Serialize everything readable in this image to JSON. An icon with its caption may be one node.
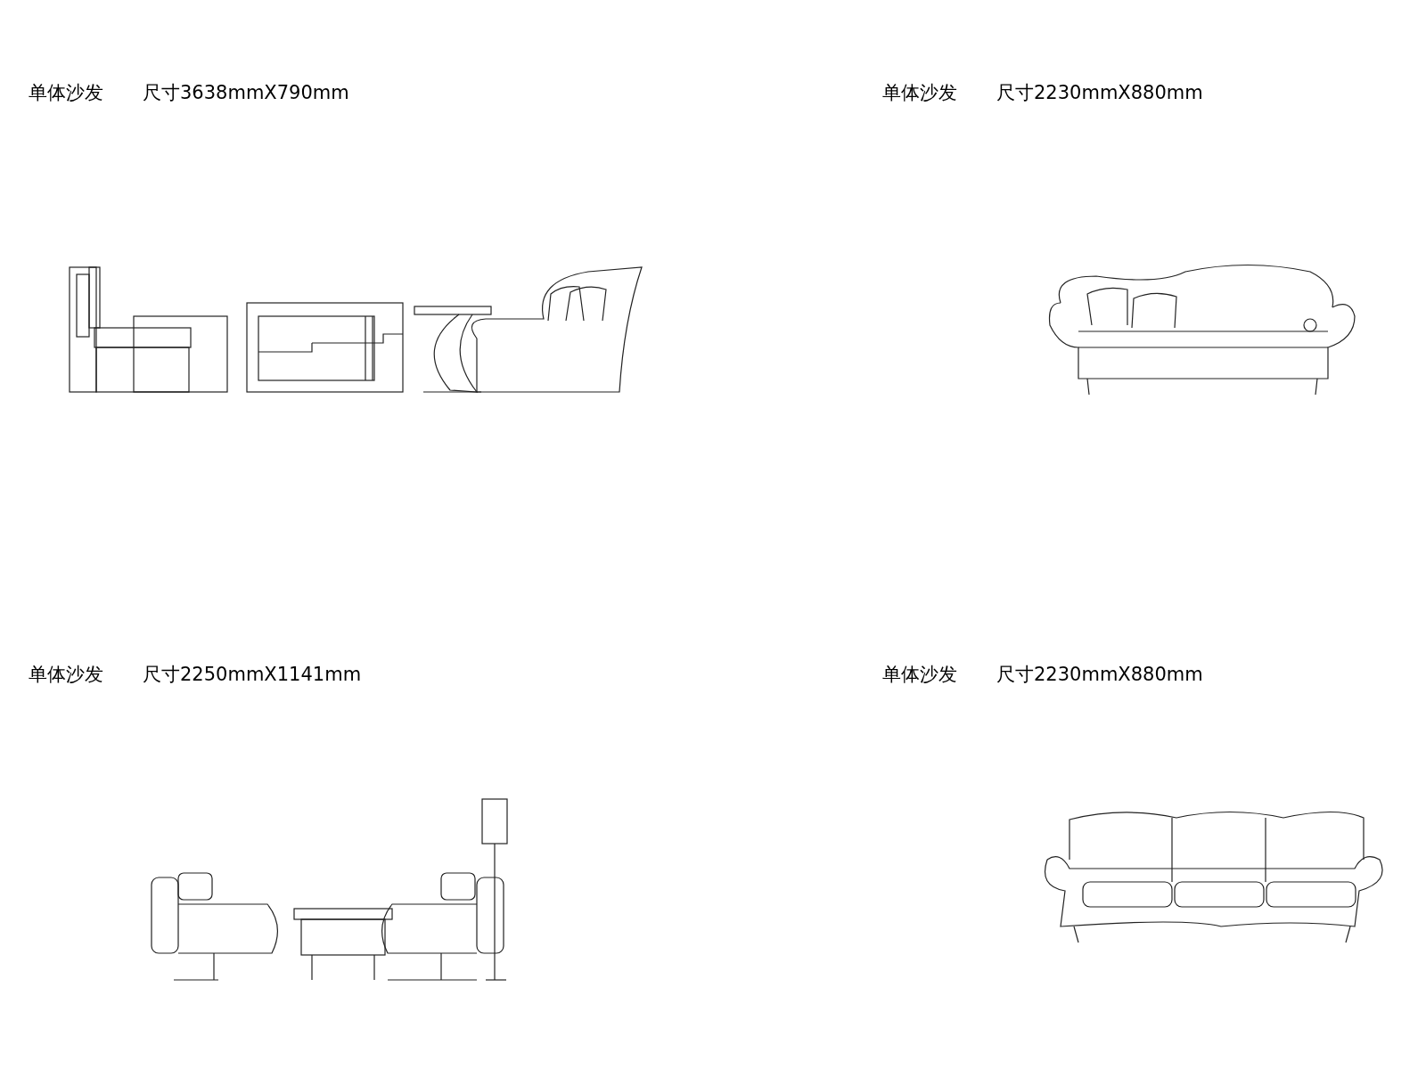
{
  "diagram": {
    "labels": [
      "单体沙发",
      "尺寸3638mmX790mm",
      "单体沙发",
      "尺寸2230mmX880mm",
      "单体沙发",
      "尺寸2250mmX1141mm",
      "单体沙发",
      "尺寸2230mmX880mm"
    ]
  }
}
